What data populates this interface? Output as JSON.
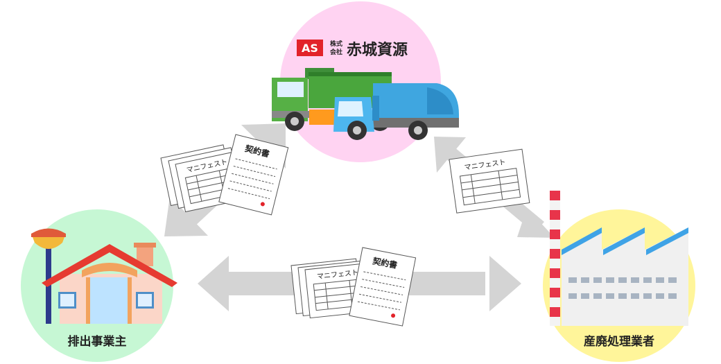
{
  "company": {
    "logo_letters": "AS",
    "kabushiki_top": "株式",
    "kabushiki_bottom": "会社",
    "name": "赤城資源",
    "brand_color": "#e2232a"
  },
  "nodes": {
    "emitter_label": "排出事業主",
    "processor_label": "産廃処理業者"
  },
  "documents": {
    "manifest_label": "マニフェスト",
    "contract_label": "契約書"
  },
  "colors": {
    "collector_circle": "#ffd3f2",
    "emitter_circle": "#c6f7d4",
    "processor_circle": "#fff59a",
    "arrow": "#d4d4d4"
  }
}
